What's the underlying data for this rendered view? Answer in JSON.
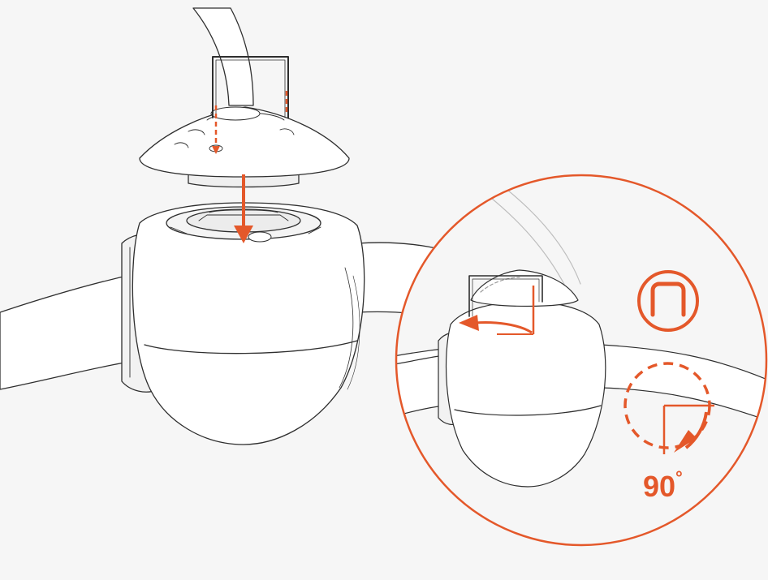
{
  "diagram": {
    "kind": "assembly-instruction",
    "colors": {
      "background": "#f6f6f6",
      "line": "#2e2e2e",
      "fill": "#ffffff",
      "shade": "#e6e6e6",
      "accent": "#e4582a"
    },
    "steps": [
      {
        "name": "insert-clip-into-cap",
        "icon": "dashed-down-arrows"
      },
      {
        "name": "press-cap-onto-joint",
        "icon": "solid-down-arrow"
      }
    ],
    "detail": {
      "rotation_icon": "rotate-clockwise-icon",
      "clip_icon": "staple-clip-icon",
      "angle_value": "90",
      "angle_unit": "°"
    }
  }
}
